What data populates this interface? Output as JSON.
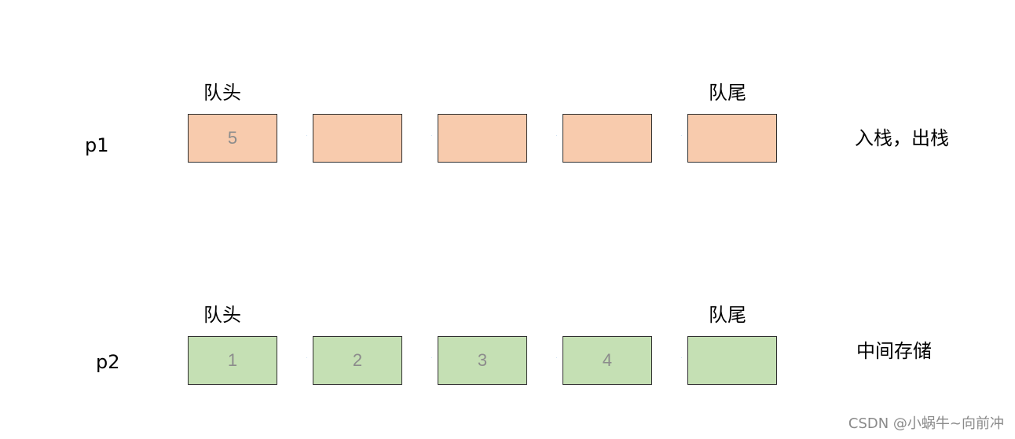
{
  "rows": [
    {
      "id": "p1",
      "row_label": "p1",
      "head_label": "队头",
      "tail_label": "队尾",
      "note": "入栈，出栈",
      "fill": "#f8cbad",
      "nodes": [
        "5",
        "",
        "",
        "",
        ""
      ]
    },
    {
      "id": "p2",
      "row_label": "p2",
      "head_label": "队头",
      "tail_label": "队尾",
      "note": "中间存储",
      "fill": "#c5e0b4",
      "nodes": [
        "1",
        "2",
        "3",
        "4",
        ""
      ]
    }
  ],
  "arrow_color": "#5b9bd5",
  "node_text_color": "#8c8c8c",
  "watermark": "CSDN @小蜗牛~向前冲"
}
